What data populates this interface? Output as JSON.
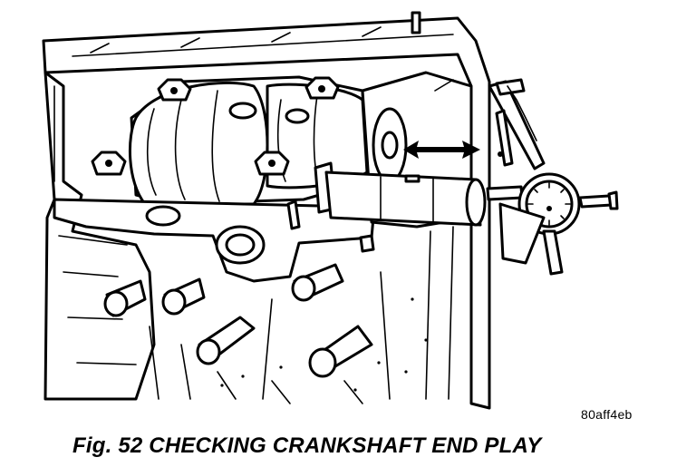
{
  "figure": {
    "reference_code": "80aff4eb",
    "caption": "Fig. 52 CHECKING CRANKSHAFT END PLAY"
  },
  "illustration": {
    "subject": "engine-block-crankshaft",
    "tool": "dial-indicator",
    "motion_indicator": "double-headed-arrow"
  },
  "colors": {
    "line": "#000000",
    "background": "#ffffff"
  }
}
